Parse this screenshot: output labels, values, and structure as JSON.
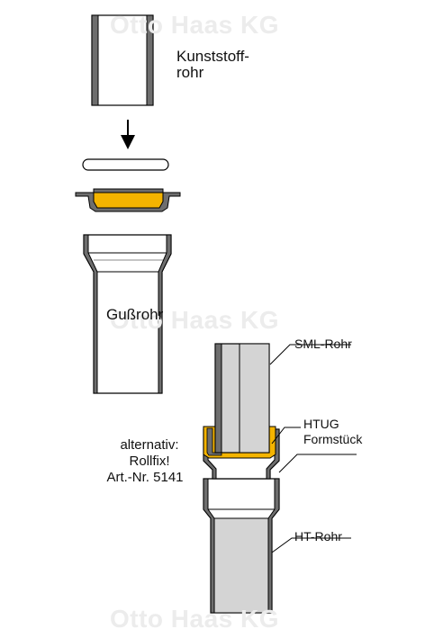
{
  "watermark": {
    "text": "Otto Haas KG"
  },
  "labels": {
    "plastic_pipe_line1": "Kunststoff-",
    "plastic_pipe_line2": "rohr",
    "cast_iron_pipe": "Gußrohr",
    "sml_pipe": "SML-Rohr",
    "htug_line1": "HTUG",
    "htug_line2": "Formstück",
    "ht_pipe": "HT-Rohr",
    "alt_line1": "alternativ:",
    "alt_line2": "Rollfix!",
    "alt_line3": "Art.-Nr. 5141"
  },
  "colors": {
    "adapter_fill": "#f4b400",
    "pipe_gray": "#d4d4d4",
    "wall_dark": "#6e6e6e",
    "outline": "#000000"
  }
}
